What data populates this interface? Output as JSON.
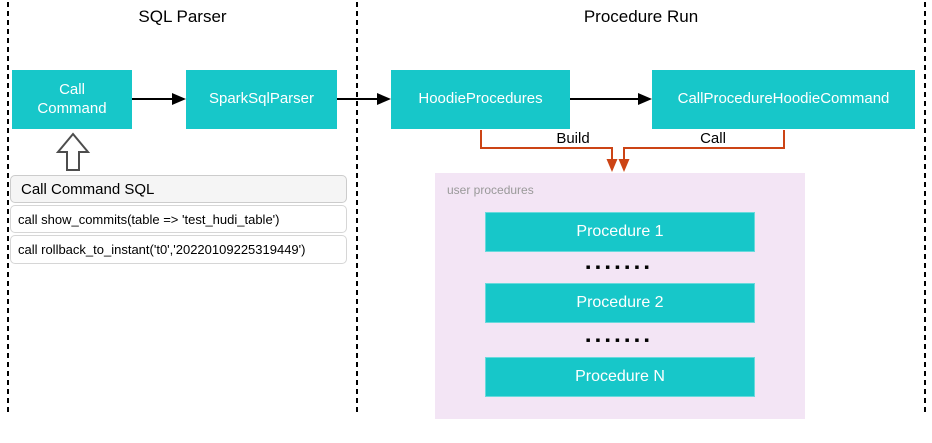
{
  "colors": {
    "teal": "#17C7C9",
    "red": "#CC4415",
    "purple_bg": "#F3E5F5",
    "gray_text": "#999999",
    "panel_header_bg": "#F5F5F5",
    "border_gray": "#CCCCCC",
    "ink": "#000000"
  },
  "sections": {
    "sql_parser": {
      "title": "SQL Parser"
    },
    "procedure_run": {
      "title": "Procedure Run"
    }
  },
  "nodes": {
    "call_command": {
      "label": "Call\nCommand"
    },
    "spark_sql_parser": {
      "label": "SparkSqlParser"
    },
    "hoodie_procedures": {
      "label": "HoodieProcedures"
    },
    "call_procedure_hoodie_command": {
      "label": "CallProcedureHoodieCommand"
    }
  },
  "edges": {
    "build_label": "Build",
    "call_label": "Call"
  },
  "sql_panel": {
    "header": "Call Command SQL",
    "rows": [
      "call show_commits(table => 'test_hudi_table')",
      "call rollback_to_instant('t0','20220109225319449')"
    ]
  },
  "user_procedures": {
    "label": "user procedures",
    "items": [
      "Procedure 1",
      "Procedure 2",
      "Procedure N"
    ],
    "dots": "▪▪▪▪▪▪▪"
  }
}
